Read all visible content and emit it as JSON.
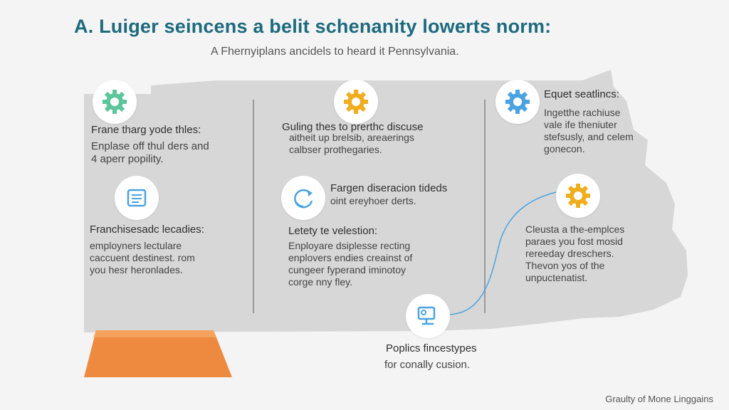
{
  "header": {
    "title": "A. Luiger seincens a belit schenanity lowerts norm:",
    "subtitle": "A Fhernyiplans ancidels to heard it Pennsylvania."
  },
  "columns": [
    {
      "items": [
        {
          "icon": "gear-icon",
          "color": "#5cc59a",
          "heading": "Frane tharg yode thles:",
          "body": "Enplase off thul ders and\n4 aperr popility."
        },
        {
          "icon": "document-icon",
          "color": "#4aa3e0",
          "heading": "Franchisesadc lecadies:",
          "body": "employners lectulare\ncaccuent destinest. rom\nyou hesr heronlades."
        }
      ]
    },
    {
      "items": [
        {
          "icon": "gear-icon",
          "color": "#f0ad1e",
          "heading": "Guling thes to prerthc discuse",
          "body": "aitheit up brelsib, areaerings\ncalbser prothegaries."
        },
        {
          "icon": "refresh-icon",
          "color": "#4aa3e0",
          "heading": "Fargen diseracion tideds",
          "body": "oint ereyhoer derts."
        },
        {
          "icon": "",
          "color": "",
          "heading": "Letety te velestion:",
          "body": "Enployare dsiplesse recting\nenplovers endies creainst of\ncungeer fyperand iminotoy\ncorge nny fley."
        }
      ]
    },
    {
      "items": [
        {
          "icon": "gear-icon",
          "color": "#4aa3e0",
          "heading": "Equet seatlincs:",
          "body": "Ingetthe rachiuse\nvale ife theniuter\nstefsusly, and celem\ngonecon."
        },
        {
          "icon": "gear-icon",
          "color": "#f0ad1e",
          "heading": "",
          "body": "Cleusta a the-emplces\nparaes you fost mosid\nrereeday dreschers.\nThevon yos of the\nunpuctenatist."
        }
      ]
    }
  ],
  "bottom_node": {
    "icon": "monitor-icon",
    "color": "#4aa3e0",
    "heading": "Poplics fincestypes",
    "body": "for conally cusion."
  },
  "footer": "Graulty of Mone Linggains",
  "colors": {
    "map_fill": "#d7d7d7",
    "divider": "#9a9a9a",
    "connector": "#4aa3e0",
    "base": "#ee8a3f",
    "title": "#1d6a7e"
  }
}
